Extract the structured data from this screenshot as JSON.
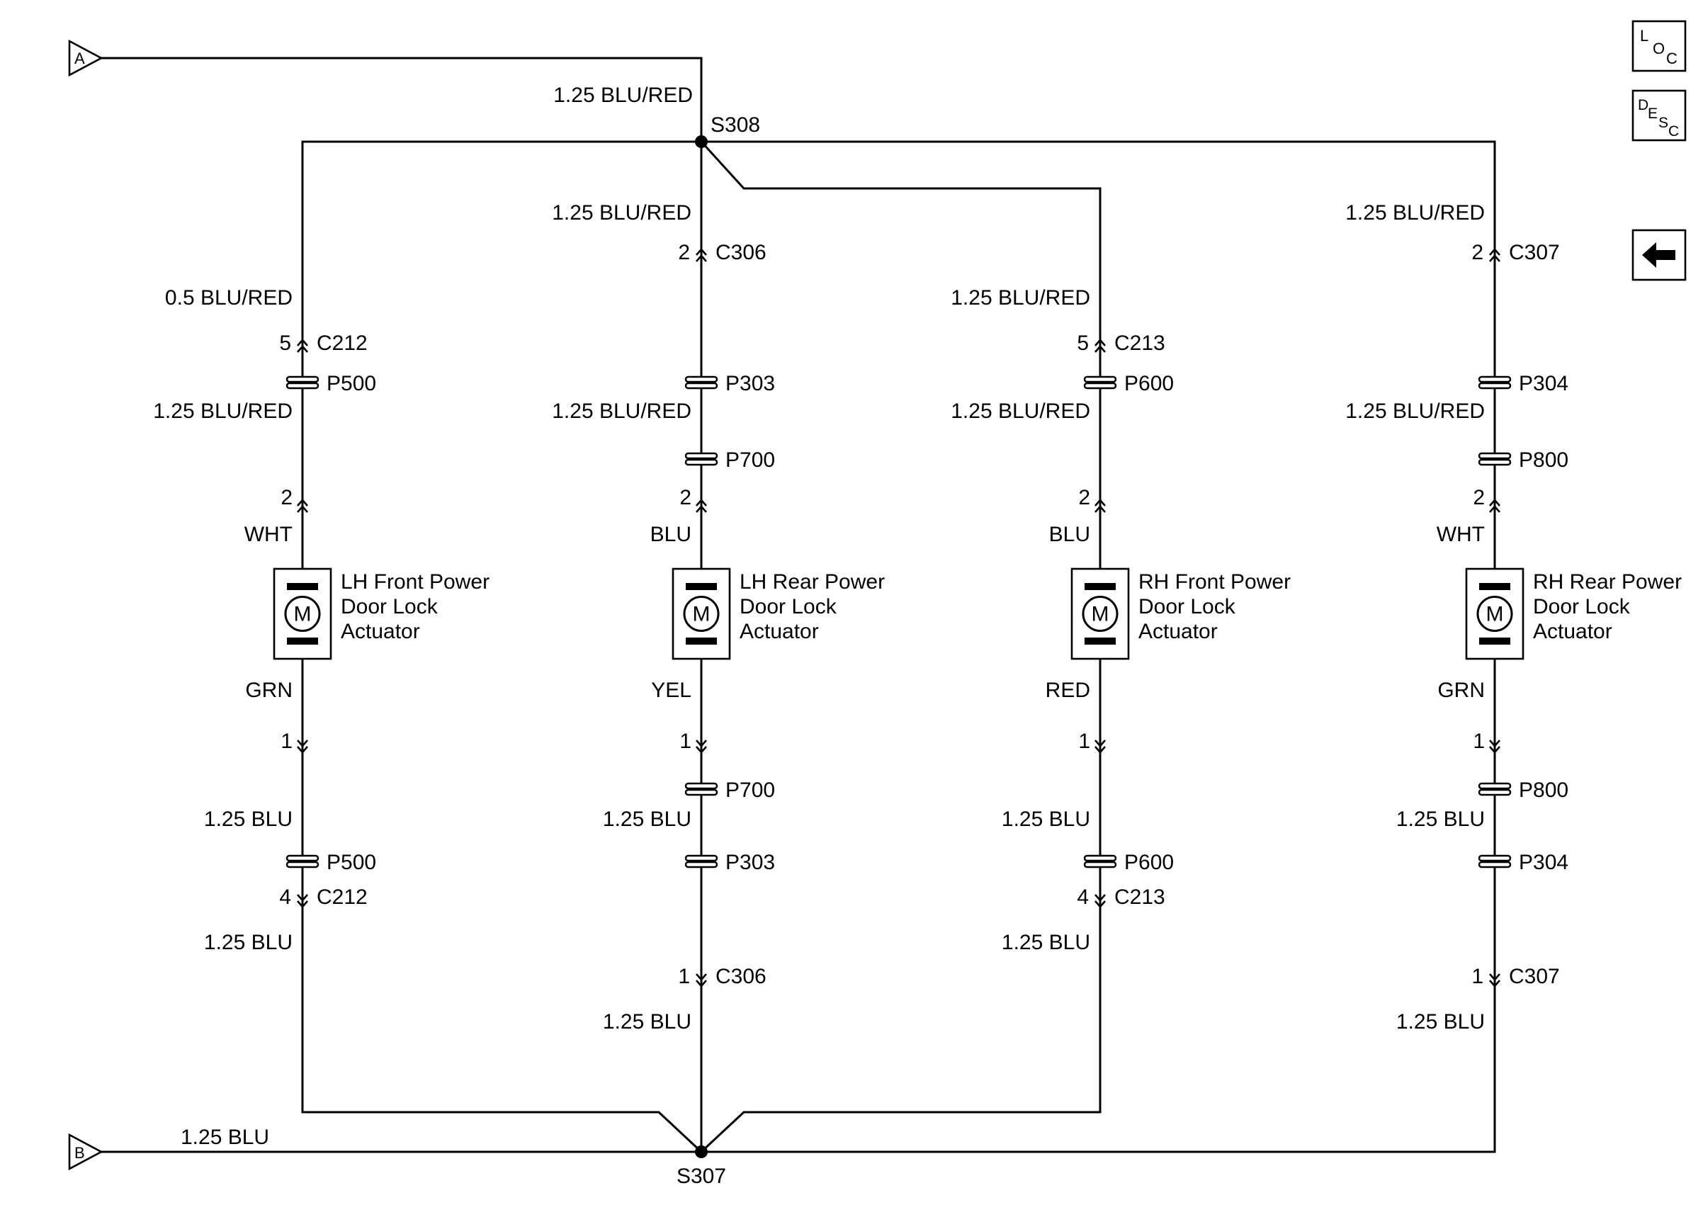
{
  "inputs": [
    {
      "id": "A",
      "label": "A"
    },
    {
      "id": "B",
      "label": "B"
    }
  ],
  "splices": {
    "top": "S308",
    "bottom": "S307"
  },
  "feed_top_wire": "1.25 BLU/RED",
  "feed_bottom_wire": "1.25 BLU",
  "branches": [
    {
      "name": "LH Front Power Door Lock Actuator",
      "name_lines": [
        "LH Front Power",
        "Door Lock",
        "Actuator"
      ],
      "upper": {
        "wire_top": "0.5 BLU/RED",
        "conn": {
          "pin": "5",
          "name": "C212"
        },
        "p1": "P500",
        "wire_mid": "1.25 BLU/RED",
        "p2": "",
        "act_pin": "2",
        "act_wire": "WHT"
      },
      "lower": {
        "act_wire": "GRN",
        "act_pin": "1",
        "p1": "",
        "wire_mid": "1.25 BLU",
        "p2": "P500",
        "conn": {
          "pin": "4",
          "name": "C212"
        },
        "wire_bottom": "1.25 BLU"
      }
    },
    {
      "name": "LH Rear Power Door Lock Actuator",
      "name_lines": [
        "LH Rear Power",
        "Door Lock",
        "Actuator"
      ],
      "upper": {
        "wire_top": "1.25 BLU/RED",
        "conn": {
          "pin": "2",
          "name": "C306"
        },
        "p1": "P303",
        "wire_mid": "1.25 BLU/RED",
        "p2": "P700",
        "act_pin": "2",
        "act_wire": "BLU"
      },
      "lower": {
        "act_wire": "YEL",
        "act_pin": "1",
        "p1": "P700",
        "wire_mid": "1.25 BLU",
        "p2": "P303",
        "conn": {
          "pin": "1",
          "name": "C306"
        },
        "wire_bottom": "1.25 BLU"
      }
    },
    {
      "name": "RH Front Power Door Lock Actuator",
      "name_lines": [
        "RH Front Power",
        "Door Lock",
        "Actuator"
      ],
      "upper": {
        "wire_top": "1.25 BLU/RED",
        "conn": {
          "pin": "5",
          "name": "C213"
        },
        "p1": "P600",
        "wire_mid": "1.25 BLU/RED",
        "p2": "",
        "act_pin": "2",
        "act_wire": "BLU"
      },
      "lower": {
        "act_wire": "RED",
        "act_pin": "1",
        "p1": "",
        "wire_mid": "1.25 BLU",
        "p2": "P600",
        "conn": {
          "pin": "4",
          "name": "C213"
        },
        "wire_bottom": "1.25 BLU"
      }
    },
    {
      "name": "RH Rear Power Door Lock Actuator",
      "name_lines": [
        "RH Rear Power",
        "Door Lock",
        "Actuator"
      ],
      "upper": {
        "wire_top": "1.25 BLU/RED",
        "conn": {
          "pin": "2",
          "name": "C307"
        },
        "p1": "P304",
        "wire_mid": "1.25 BLU/RED",
        "p2": "P800",
        "act_pin": "2",
        "act_wire": "WHT"
      },
      "lower": {
        "act_wire": "GRN",
        "act_pin": "1",
        "p1": "P800",
        "wire_mid": "1.25 BLU",
        "p2": "P304",
        "conn": {
          "pin": "1",
          "name": "C307"
        },
        "wire_bottom": "1.25 BLU"
      }
    }
  ],
  "motor_symbol": "M",
  "nav": {
    "loc": {
      "big": "L",
      "small": "O",
      "sub": "C"
    },
    "desc": {
      "big": "D",
      "mid": "E",
      "small": "S",
      "sub": "C"
    },
    "back_icon": "left-arrow-icon"
  }
}
